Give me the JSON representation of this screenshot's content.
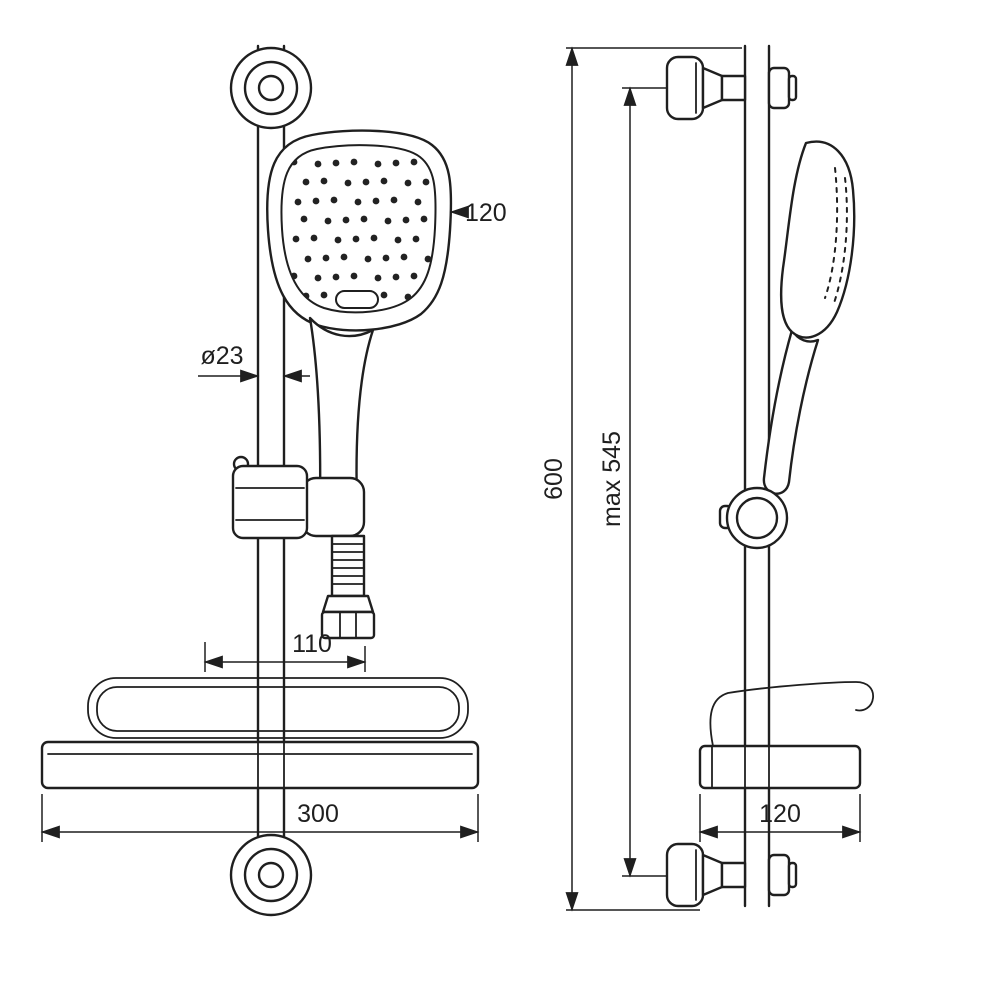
{
  "drawing": {
    "title": "shower-rail-set-technical-drawing",
    "labels": {
      "head_width": "120",
      "rail_diameter": "ø23",
      "hose_offset": "110",
      "shelf_width": "300",
      "overall_height": "600",
      "max_height": "max 545",
      "shelf_depth": "120"
    },
    "colors": {
      "line": "#1f1f1f",
      "background": "#ffffff"
    }
  }
}
